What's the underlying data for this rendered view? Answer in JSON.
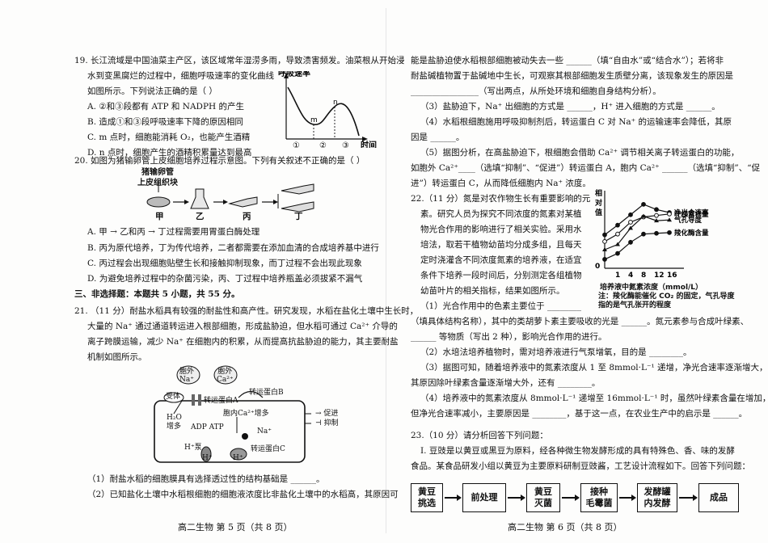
{
  "left": {
    "q19": {
      "l1": "19. 长江流域是中国油菜主产区，该区域常年湿涝多雨，导致渍害频发。油菜根从开始浸",
      "l2": "水到变黑腐烂的过程中，细胞呼吸速率的变化曲线",
      "l3": "如图所示。下列说法正确的是（    ）",
      "A": "A. ②和③段都有 ATP 和 NADPH 的产生",
      "B": "B. 造成①和③段呼吸速率下降的原因相同",
      "C": "C. m 点时，细胞能消耗 O₂，也能产生酒精",
      "D": "D. n 点时，细胞产生的酒精积累量达到最高",
      "graph": {
        "ylabel": "呼吸速率",
        "xlabel": "时间",
        "m": "m",
        "n": "n",
        "s1": "①",
        "s2": "②",
        "s3": "③"
      }
    },
    "q20": {
      "l1": "20. 如图为猪输卵管上皮细胞培养过程示意图。下列有关叙述不正确的是（    ）",
      "fig": {
        "label": "猪输卵管\n上皮组织块",
        "jia": "甲",
        "yi": "乙",
        "bing": "丙",
        "ding": "丁"
      },
      "A": "A. 甲 → 乙和丙 → 丁过程需要用胃蛋白酶处理",
      "B": "B. 丙为原代培养，丁为传代培养，二者都需要在添加血清的合成培养基中进行",
      "C": "C. 丙过程会出现细胞贴壁生长和接触抑制现象，而丁过程不会出现此现象",
      "D": "D. 为避免培养过程中的杂菌污染，丙、丁过程中培养瓶盖必须拔紧不漏气"
    },
    "section": "三、非选择题：本题共 5 小题，共 55 分。",
    "q21": {
      "l1": "21.    （11 分）耐盐水稻具有较强的耐盐性和高产性。研究发现，水稻在盐化土壤中生长时，",
      "l2": "大量的 Na⁺ 通过通道转运进入根部细胞，形成盐胁迫，但水稻可通过 Ca²⁺ 介导的",
      "l3": "离子跨膜运输，减少 Na⁺ 在细胞内的积累，从而提高抗盐胁迫的能力，其主要耐盐",
      "l4": "机制如图所示。",
      "fig": {
        "outside_na": "胞外\nNa⁺",
        "outside_ca": "胞外\nCa²⁺",
        "receptor": "受体",
        "transporter_b": "转运蛋白B",
        "transporter_a": "转运蛋白A",
        "water": "H₂O\n增多",
        "inside_ca": "胞内Ca²⁺增多",
        "na_ion": "Na⁺",
        "promote": "→ 促进",
        "inhibit": "⊣ 抑制",
        "adp_atp": "ADP ATP",
        "pump": "H⁺泵",
        "h_ion": "H⁺",
        "h_ion2": "H⁺",
        "transporter_c": "转运蛋白C"
      },
      "sub1": "（1）耐盐水稻的细胞膜具有选择透过性的结构基础是 ______。",
      "sub2": "（2）已知盐化土壤中水稻根细胞的细胞液浓度比非盐化土壤中的水稻高，其原因可"
    },
    "footer": "高二生物    第 5 页（共 8 页）"
  },
  "right": {
    "c1": "能是盐胁迫使水稻根部细胞被动失去一些 ______（填“自由水”或“结合水”）；若将非",
    "c2": "耐盐碱植物置于盐碱地中生长，可观察其根部细胞发生质壁分离，该现象发生的原因是",
    "c3": "________________（写出两点，从所处环境和细胞自身结构分析）。",
    "s3": "（3）盐胁迫下，Na⁺ 出细胞的方式是 ______，H⁺ 进入细胞的方式是 ______。",
    "s4a": "（4）水稻根细胞施用呼吸抑制剂后，转运蛋白 C 对 Na⁺ 的运输速率会降低，其原",
    "s4b": "因是 ______。",
    "s5a": "（5）据图分析，在高盐胁迫下，根细胞会借助 Ca²⁺ 调节相关离子转运蛋白的功能，",
    "s5b": "如胞外 Ca²⁺____（选填“抑制”、“促进”）转运蛋白 A，胞内 Ca²⁺ ______（选填“抑制”、“促",
    "s5c": "进”）转运蛋白 C，从而降低细胞内 Na⁺ 浓度。",
    "q22": {
      "l1": "22.（11 分）氮是对农作物生长有重要影响的元",
      "l2": "素。研究人员为探究不同浓度的氮素对某植",
      "l3": "物光合作用的影响进行了相关实验。采用水",
      "l4": "培法，取若干植物幼苗均分成多组，且每天",
      "l5": "定时浇灌含不同浓度氮素的培养液，在适宜",
      "l6": "条件下培养一段时间后，分别测定各组植物",
      "l7": "幼苗叶片的相关指标，结果如图所示。",
      "note1": "注：羧化酶能催化 CO₂ 的固定，气孔导度",
      "note2": "指的是气孔张开的程度",
      "s1a": "（1）光合作用中的色素主要位于 ________",
      "s1b": "（填具体结构名称），其中的类胡萝卜素主要吸收的光是 ______。氮元素参与合成叶绿素、",
      "s1c": "______ 等物质（写出 2 种），影响光合作用的进行。",
      "s2": "（2）水培法培养植物时，需对培养液进行气泵增氧，目的是 ________。",
      "s3a": "（3）据图可知，随着培养液中的氮素浓度从 1 至 8mmol·L⁻¹ 递增，净光合速率逐渐增大，",
      "s3b": "其原因除叶绿素含量逐渐增大外，还有 ________。",
      "s4a": "（4）培养液中的氮素浓度从 8mmol·L⁻¹ 递增至 16mmol·L⁻¹ 时，虽然叶绿素含量在增加，",
      "s4b": "但净光合速率减小，主要原因是 ________，基于这一点，在农业生产中的启示是 ______。"
    },
    "q23": {
      "l1": "23.（10 分）请分析回答下列问题：",
      "l2": "Ⅰ. 豆豉是以黄豆或黑豆为原料，经各种微生物发酵形成的具有特殊色、香、味的发酵",
      "l3": "食品。某食品研发小组以黄豆为主要原料研制豆豉酱，工艺设计流程如下。回答下列问题：",
      "flow": [
        "黄豆\n挑选",
        "前处理",
        "黄豆\n灭菌",
        "接种\n毛霉菌",
        "发酵罐\n内发酵",
        "成品"
      ]
    },
    "footer": "高二生物    第 6 页（共 8 页）"
  },
  "chart_data": {
    "type": "line",
    "ylabel": "相\n对\n值",
    "xlabel": "培养液中氮素浓度（mmol/L）",
    "x": [
      0,
      1,
      4,
      8,
      12,
      16
    ],
    "tick_labels": [
      "0",
      "1",
      "4",
      "8",
      "12",
      "16"
    ],
    "ylim": [
      0,
      10
    ],
    "series": [
      {
        "name": "净光合速率",
        "values": [
          4.5,
          5.8,
          7.2,
          8.6,
          7.9,
          7.5
        ],
        "marker": "filled"
      },
      {
        "name": "叶绿素含量",
        "values": [
          3.6,
          4.6,
          6.2,
          6.9,
          7.1,
          7.3
        ],
        "marker": "open"
      },
      {
        "name": "气孔导度",
        "values": [
          2.5,
          3.2,
          5.4,
          7.0,
          6.4,
          6.5
        ],
        "marker": "triangle"
      },
      {
        "name": "羧化酶含量",
        "values": [
          1.2,
          2.0,
          3.5,
          4.6,
          4.7,
          4.8
        ],
        "marker": "filled"
      }
    ]
  }
}
